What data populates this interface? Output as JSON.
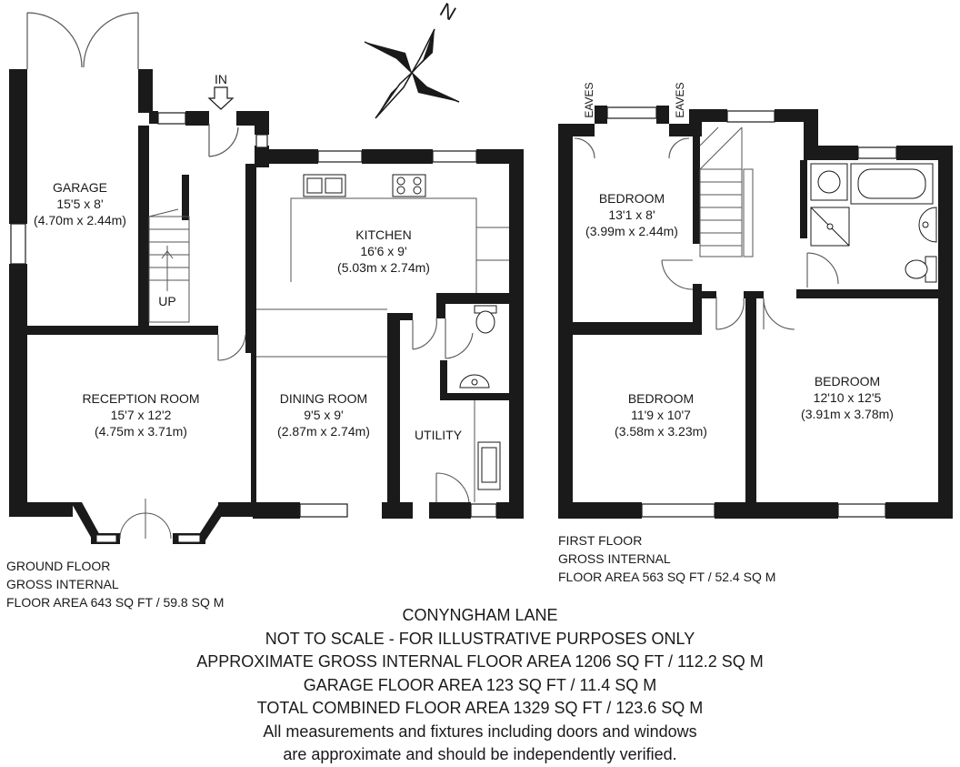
{
  "compass": {
    "north_label": "N"
  },
  "ground_floor": {
    "in_label": "IN",
    "up_label": "UP",
    "rooms": {
      "garage": {
        "name": "GARAGE",
        "imperial": "15'5 x 8'",
        "metric": "(4.70m x 2.44m)"
      },
      "kitchen": {
        "name": "KITCHEN",
        "imperial": "16'6 x 9'",
        "metric": "(5.03m x 2.74m)"
      },
      "reception": {
        "name": "RECEPTION ROOM",
        "imperial": "15'7 x 12'2",
        "metric": "(4.75m x 3.71m)"
      },
      "dining": {
        "name": "DINING ROOM",
        "imperial": "9'5 x 9'",
        "metric": "(2.87m x 2.74m)"
      },
      "utility": {
        "name": "UTILITY"
      }
    },
    "area_lines": [
      "GROUND FLOOR",
      "GROSS INTERNAL",
      "FLOOR AREA 643 SQ FT / 59.8 SQ M"
    ]
  },
  "first_floor": {
    "eaves_labels": [
      "EAVES",
      "EAVES"
    ],
    "rooms": {
      "bedroom_1": {
        "name": "BEDROOM",
        "imperial": "13'1 x 8'",
        "metric": "(3.99m x 2.44m)"
      },
      "bedroom_2": {
        "name": "BEDROOM",
        "imperial": "11'9 x 10'7",
        "metric": "(3.58m x 3.23m)"
      },
      "bedroom_3": {
        "name": "BEDROOM",
        "imperial": "12'10 x 12'5",
        "metric": "(3.91m x 3.78m)"
      }
    },
    "area_lines": [
      "FIRST FLOOR",
      "GROSS INTERNAL",
      "FLOOR AREA 563 SQ FT / 52.4 SQ M"
    ]
  },
  "footer_lines": [
    "CONYNGHAM LANE",
    "NOT TO SCALE - FOR ILLUSTRATIVE PURPOSES ONLY",
    "APPROXIMATE GROSS INTERNAL FLOOR AREA 1206 SQ FT / 112.2 SQ M",
    "GARAGE FLOOR AREA 123 SQ FT / 11.4 SQ M",
    "TOTAL COMBINED FLOOR AREA 1329 SQ FT / 123.6 SQ M",
    "All measurements and fixtures including doors and windows",
    "are approximate and should be independently verified."
  ],
  "colors": {
    "wall": "#1a1a1a",
    "line": "#555555",
    "background": "#ffffff"
  }
}
